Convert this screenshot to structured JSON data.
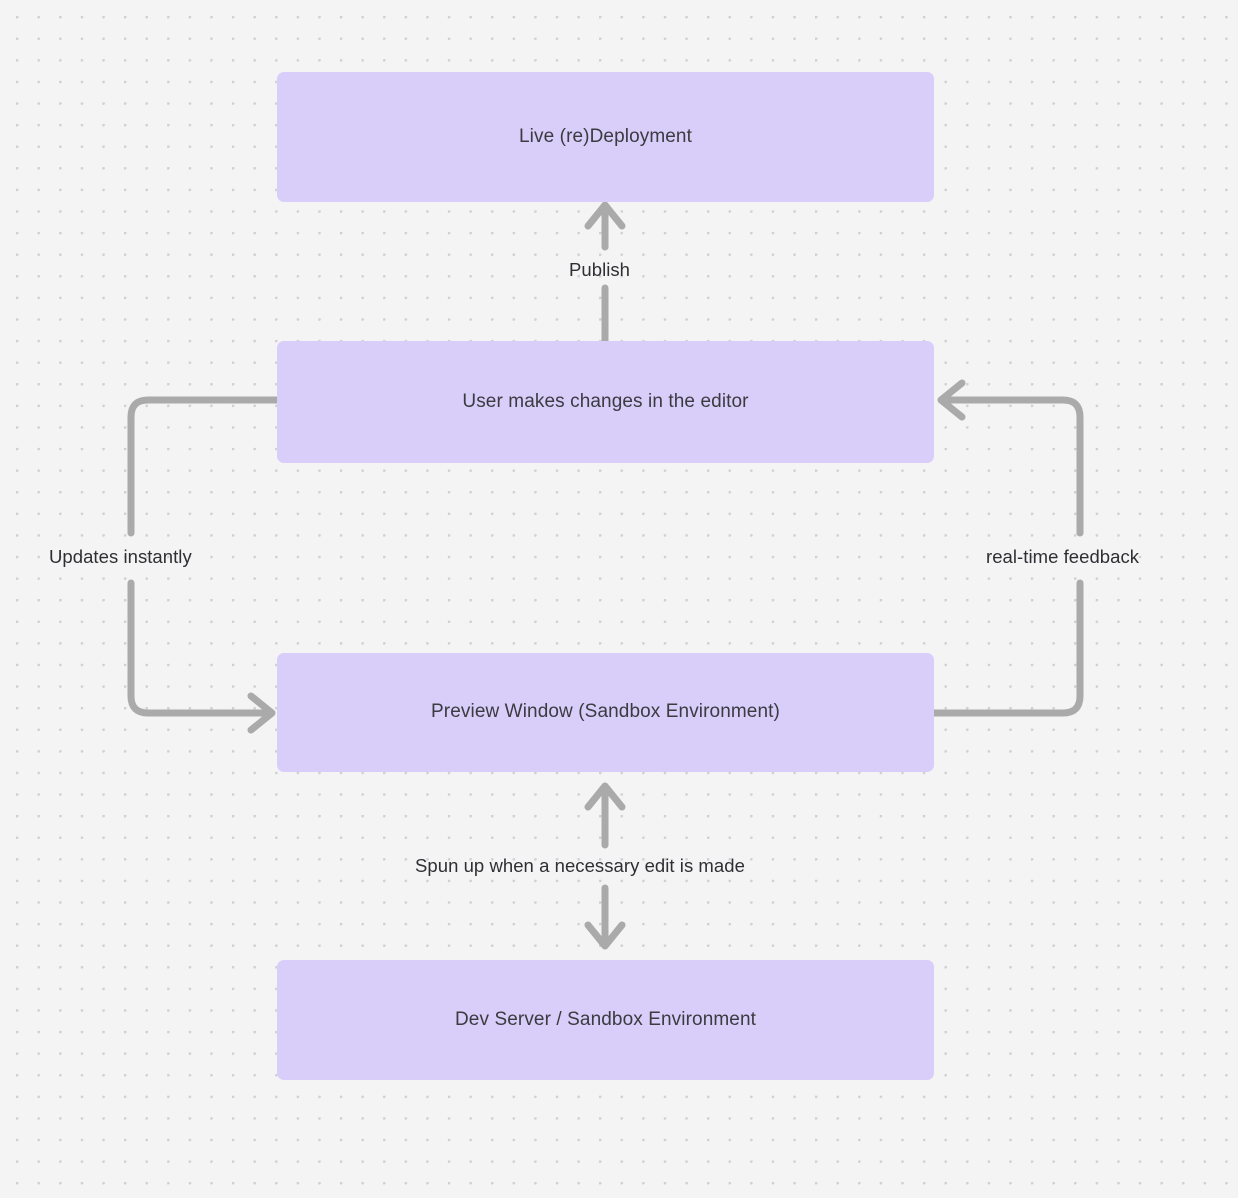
{
  "diagram": {
    "type": "flowchart",
    "background_color": "#f4f4f5",
    "node_color": "#d9cdfa",
    "edge_color": "#aaaaaa",
    "text_color": "#3b3b40",
    "nodes": [
      {
        "id": "deploy",
        "label": "Live (re)Deployment"
      },
      {
        "id": "editor",
        "label": "User makes changes in the editor"
      },
      {
        "id": "preview",
        "label": "Preview Window (Sandbox Environment)"
      },
      {
        "id": "devserver",
        "label": "Dev Server / Sandbox Environment"
      }
    ],
    "edges": [
      {
        "id": "publish",
        "from": "editor",
        "to": "deploy",
        "label": "Publish",
        "direction": "up"
      },
      {
        "id": "updates",
        "from": "editor",
        "to": "preview",
        "label": "Updates instantly",
        "direction": "left-loop"
      },
      {
        "id": "feedback",
        "from": "preview",
        "to": "editor",
        "label": "real-time feedback",
        "direction": "right-loop"
      },
      {
        "id": "spunup",
        "from": "preview",
        "to": "devserver",
        "label": "Spun up when a necessary edit is made",
        "direction": "bidirectional"
      }
    ]
  }
}
